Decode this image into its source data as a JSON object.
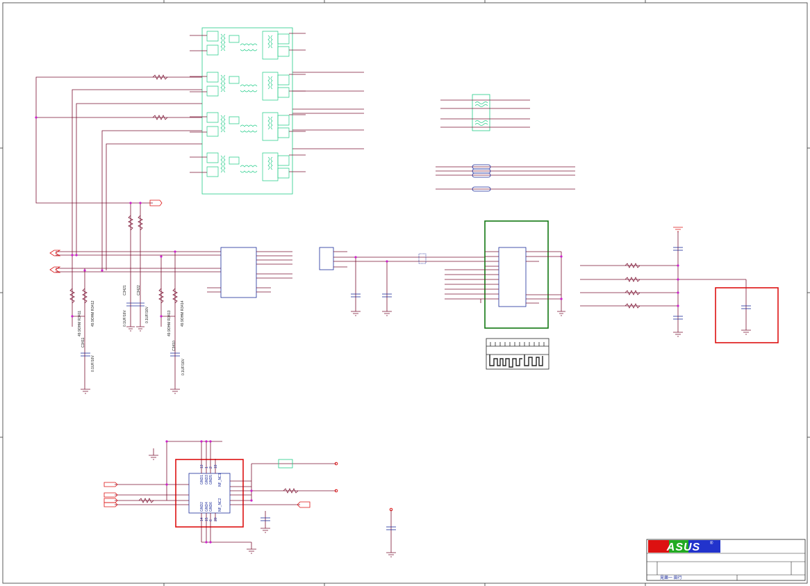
{
  "schematic": {
    "resistor_labels": [
      {
        "name": "r3411-label",
        "text": "49.9OHM R3411"
      },
      {
        "name": "r3412-label",
        "text": "49.9OHM R3412"
      },
      {
        "name": "r3413-label",
        "text": "49.9OHM R3413"
      },
      {
        "name": "r3414-label",
        "text": "49.9OHM R3414"
      }
    ],
    "capacitor_labels": [
      {
        "name": "c3411-label",
        "text": "C3411"
      },
      {
        "name": "c3411-value",
        "text": "0.1UF/16V"
      },
      {
        "name": "c3421-label",
        "text": "C3421"
      },
      {
        "name": "c3421-value",
        "text": "0.1UF/16V"
      },
      {
        "name": "c3422-label",
        "text": "C3422"
      },
      {
        "name": "c3422-value",
        "text": "0.1UF/16V"
      },
      {
        "name": "c3410-label",
        "text": "C3410"
      },
      {
        "name": "c3410-value",
        "text": "0.1UF/16V"
      }
    ],
    "ic_pins_top": {
      "pins_upper": [
        "13",
        "1",
        "2",
        "19"
      ],
      "pins_lower": [
        "14",
        "15",
        "6",
        "20"
      ],
      "names_upper": [
        "GND1",
        "GND3",
        "GND5",
        "NF_NC1"
      ],
      "names_lower": [
        "GND2",
        "GND4",
        "GND6",
        "NF_NC2"
      ]
    },
    "title_block": {
      "logo_text": "ASUS",
      "registered": "®",
      "footer_text": "見樂一 田行"
    },
    "colors": {
      "wire": "#7a1030",
      "junction": "#cc22cc",
      "transformer": "#22cc88",
      "ic_outline": "#1a2a9a",
      "highlight_red": "#dd1111",
      "highlight_green": "#117711"
    }
  }
}
